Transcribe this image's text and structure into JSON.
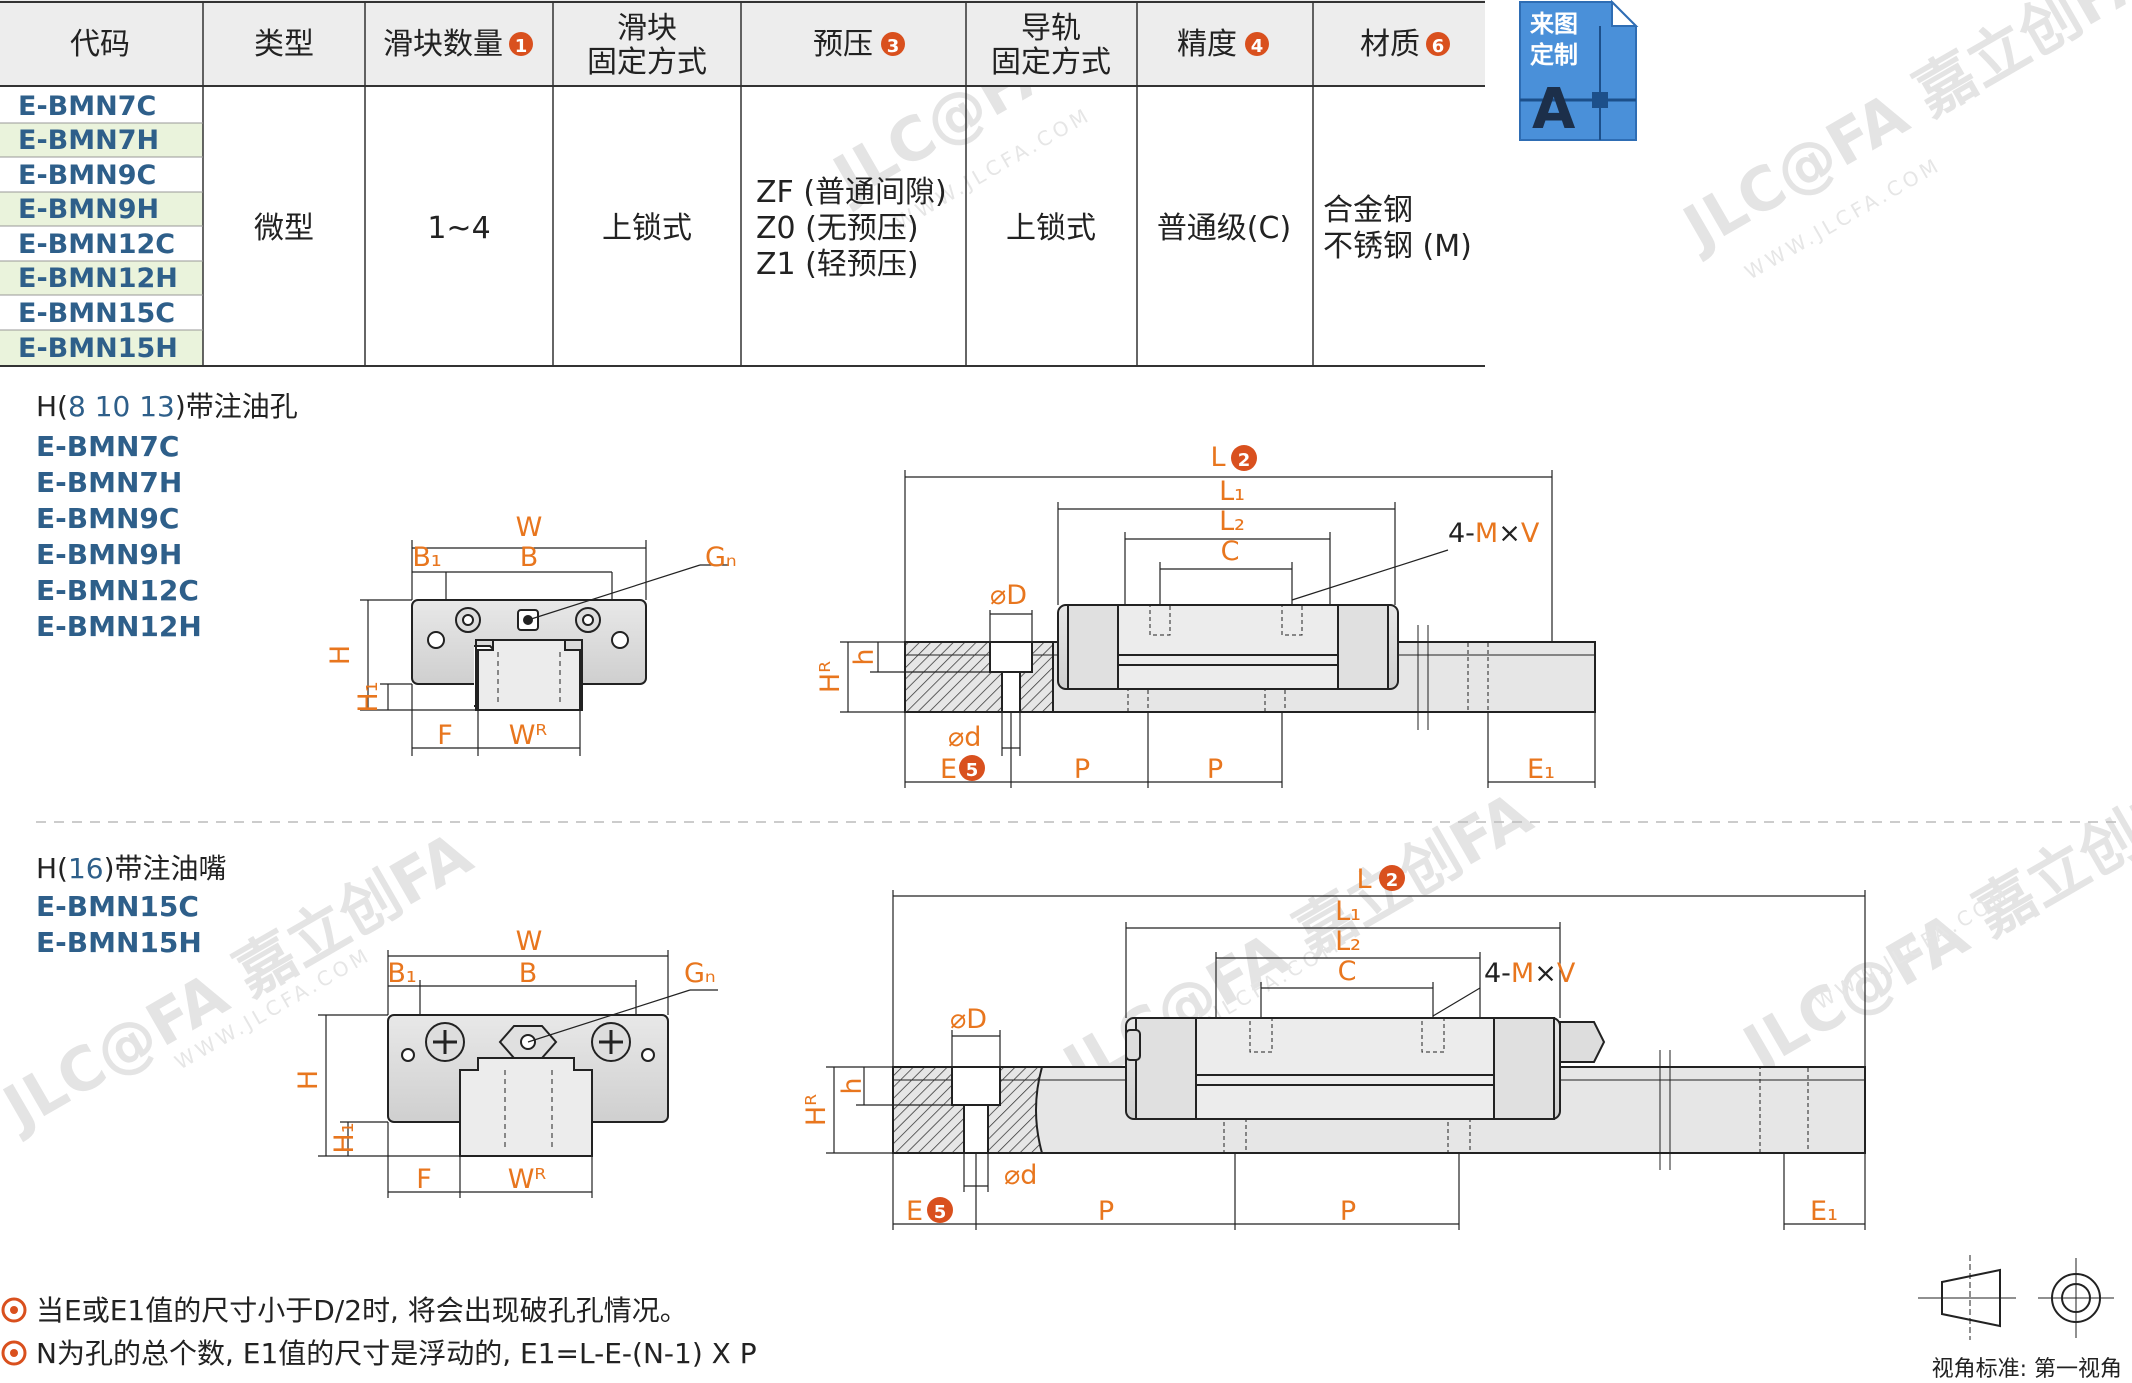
{
  "table": {
    "headers": {
      "code": "代码",
      "type": "类型",
      "slider_count": "滑块数量",
      "slider_fix_1": "滑块",
      "slider_fix_2": "固定方式",
      "preload": "预压",
      "rail_fix_1": "导轨",
      "rail_fix_2": "固定方式",
      "accuracy": "精度",
      "material": "材质"
    },
    "header_badges": {
      "slider_count": "1",
      "preload": "3",
      "accuracy": "4",
      "material": "6"
    },
    "codes": [
      "E-BMN7C",
      "E-BMN7H",
      "E-BMN9C",
      "E-BMN9H",
      "E-BMN12C",
      "E-BMN12H",
      "E-BMN15C",
      "E-BMN15H"
    ],
    "type": "微型",
    "slider_count": "1~4",
    "slider_fix": "上锁式",
    "preload": [
      "ZF (普通间隙)",
      "Z0 (无预压)",
      "Z1 (轻预压)"
    ],
    "rail_fix": "上锁式",
    "accuracy": "普通级(C)",
    "material": [
      "合金钢",
      "不锈钢 (M)"
    ]
  },
  "custom_badge": {
    "line1": "来图",
    "line2": "定制",
    "letter": "A"
  },
  "section1": {
    "title_prefix": "H(",
    "title_nums": "8 10 13",
    "title_suffix": ")带注油孔",
    "codes": [
      "E-BMN7C",
      "E-BMN7H",
      "E-BMN9C",
      "E-BMN9H",
      "E-BMN12C",
      "E-BMN12H"
    ]
  },
  "section2": {
    "title_prefix": "H(",
    "title_nums": "16",
    "title_suffix": ")带注油嘴",
    "codes": [
      "E-BMN15C",
      "E-BMN15H"
    ]
  },
  "dims": {
    "W": "W",
    "B1": "B₁",
    "B": "B",
    "Gn": "Gₙ",
    "H": "H",
    "H1": "H₁",
    "F": "F",
    "WR": "Wᴿ",
    "L": "L",
    "L_badge": "2",
    "L1": "L₁",
    "L2": "L₂",
    "C": "C",
    "MxV_prefix": "4-",
    "M": "M",
    "x": "×",
    "V": "V",
    "phiD": "⌀D",
    "phid": "⌀d",
    "h": "h",
    "HR": "Hᴿ",
    "E": "E",
    "E_badge": "5",
    "P": "P",
    "E1": "E₁"
  },
  "notes": [
    {
      "badge": "◎",
      "text": "当E或E1值的尺寸小于D/2时, 将会出现破孔孔情况。"
    },
    {
      "badge": "◎",
      "text": "N为孔的总个数, E1值的尺寸是浮动的, E1=L-E-(N-1) X P"
    }
  ],
  "view_standard": "视角标准: 第一视角",
  "watermark": {
    "brand": "JLC@FA 嘉立创FA",
    "url": "WWW.JLCFA.COM"
  },
  "colors": {
    "accent": "#e8761e",
    "code_blue": "#2e5f8a",
    "badge_red": "#d9501e",
    "row_alt": "#eaf3dc",
    "badge_blue": "#4a90d9"
  }
}
